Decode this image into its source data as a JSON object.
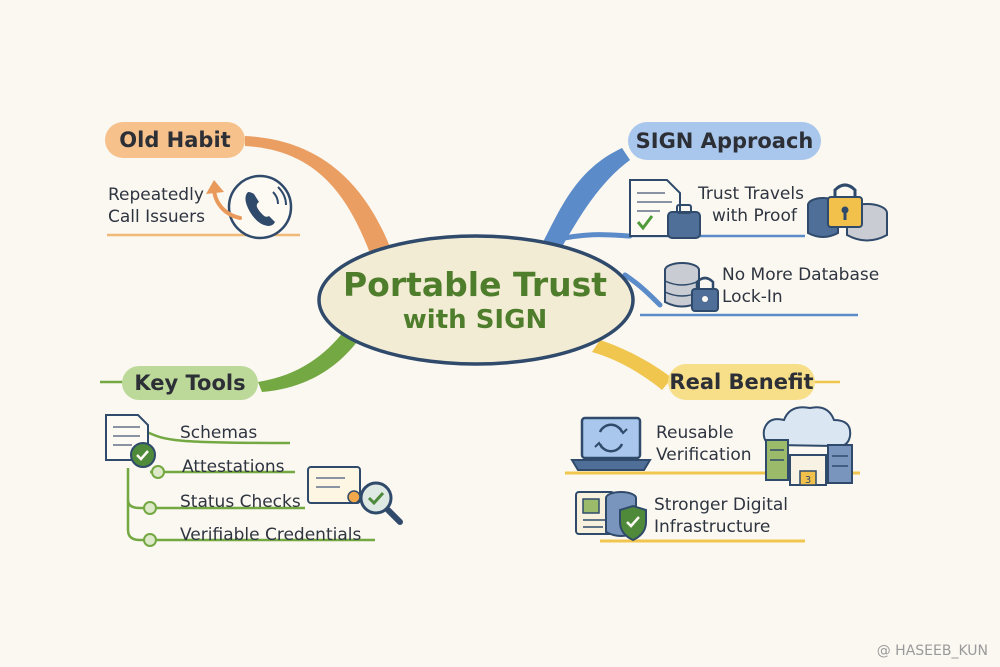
{
  "center": {
    "line1": "Portable Trust",
    "line2": "with SIGN"
  },
  "branches": {
    "old_habit": {
      "label": "Old Habit",
      "items": [
        "Repeatedly",
        "Call Issuers"
      ]
    },
    "sign_approach": {
      "label": "SIGN Approach",
      "items": [
        {
          "line1": "Trust Travels",
          "line2": "with Proof"
        },
        {
          "line1": "No More Database",
          "line2": "Lock-In"
        }
      ]
    },
    "key_tools": {
      "label": "Key Tools",
      "items": [
        "Schemas",
        "Attestations",
        "Status Checks",
        "Verifiable Credentials"
      ]
    },
    "real_benefit": {
      "label": "Real Benefit",
      "items": [
        {
          "line1": "Reusable",
          "line2": "Verification"
        },
        {
          "line1": "Stronger Digital",
          "line2": "Infrastructure"
        }
      ]
    }
  },
  "building_badge": "3",
  "watermark": "@ HASEEB_KUN",
  "colors": {
    "orange": "#e9995a",
    "blue": "#5b8bc9",
    "green": "#74a842",
    "yellow": "#f0c64e",
    "center_text": "#4e7d2c",
    "center_fill": "#f3ecd4",
    "navy": "#2f4a6b"
  },
  "icons": {
    "old_habit": "phone-icon",
    "trust_travels": [
      "document-check-icon",
      "briefcase-icon",
      "database-lock-icon"
    ],
    "no_lock_in": "database-lock-icon",
    "key_tools": [
      "checklist-document-icon",
      "certificate-icon",
      "magnifier-check-icon"
    ],
    "reusable_verification": [
      "laptop-sync-icon",
      "cloud-buildings-icon"
    ],
    "stronger_infra": [
      "id-card-icon",
      "database-shield-icon"
    ]
  }
}
